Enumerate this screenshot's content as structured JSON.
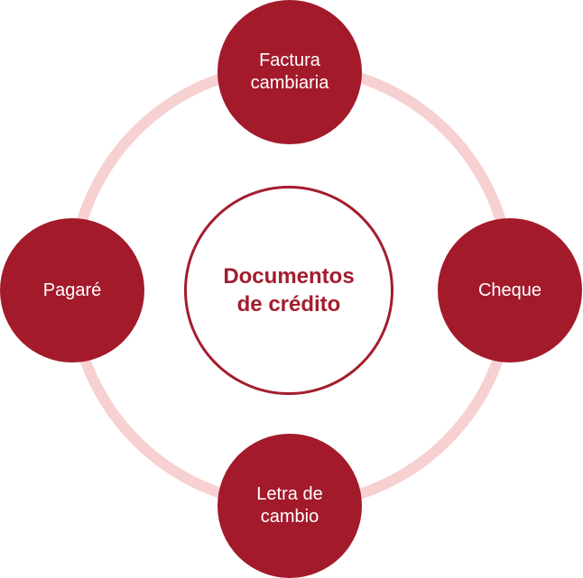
{
  "diagram": {
    "center": {
      "label": "Documentos de crédito"
    },
    "nodes": [
      {
        "label": "Factura cambiaria"
      },
      {
        "label": "Cheque"
      },
      {
        "label": "Letra de cambio"
      },
      {
        "label": "Pagaré"
      }
    ]
  },
  "colors": {
    "node_fill": "#a31a2b",
    "center_border": "#a31d2d",
    "center_text": "#a31d2d",
    "ring": "#f7d0d2",
    "node_text": "#ffffff"
  }
}
